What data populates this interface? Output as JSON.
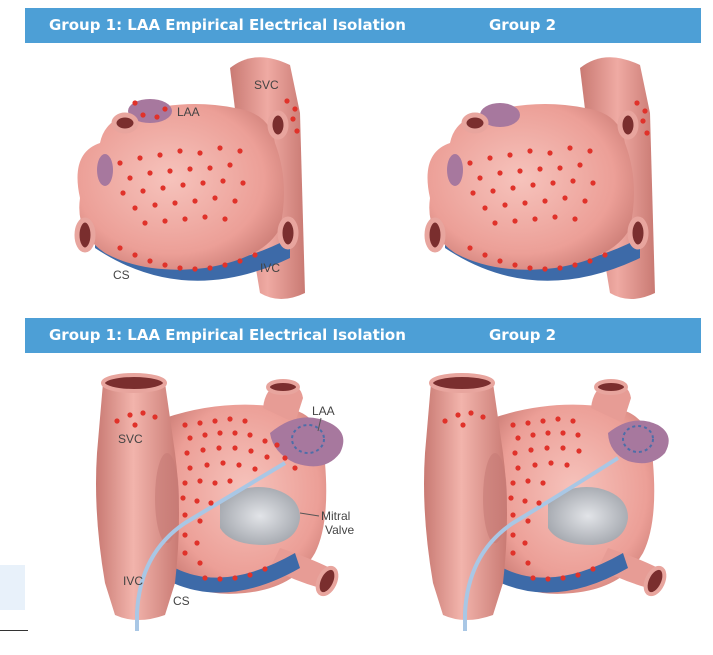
{
  "headers": {
    "top_group1": "Group 1: LAA Empirical Electrical Isolation",
    "top_group2": "Group 2",
    "bottom_group1": "Group 1: LAA Empirical Electrical Isolation",
    "bottom_group2": "Group 2"
  },
  "labels": {
    "top": {
      "laa": "LAA",
      "svc": "SVC",
      "cs": "CS",
      "ivc": "IVC"
    },
    "bottom": {
      "svc": "SVC",
      "laa": "LAA",
      "mitral_line1": "Mitral",
      "mitral_line2": "Valve",
      "ivc": "IVC",
      "cs": "CS"
    }
  },
  "colors": {
    "header_bg": "#4d9fd6",
    "atrium": "#ec9f97",
    "atrium_dark": "#c97a73",
    "vessel": "#d88d8a",
    "cs_blue": "#3d6aa8",
    "laa_purple": "#a7789e",
    "valve_gray": "#b9bcc2",
    "ablation_dot": "#e0322a"
  }
}
